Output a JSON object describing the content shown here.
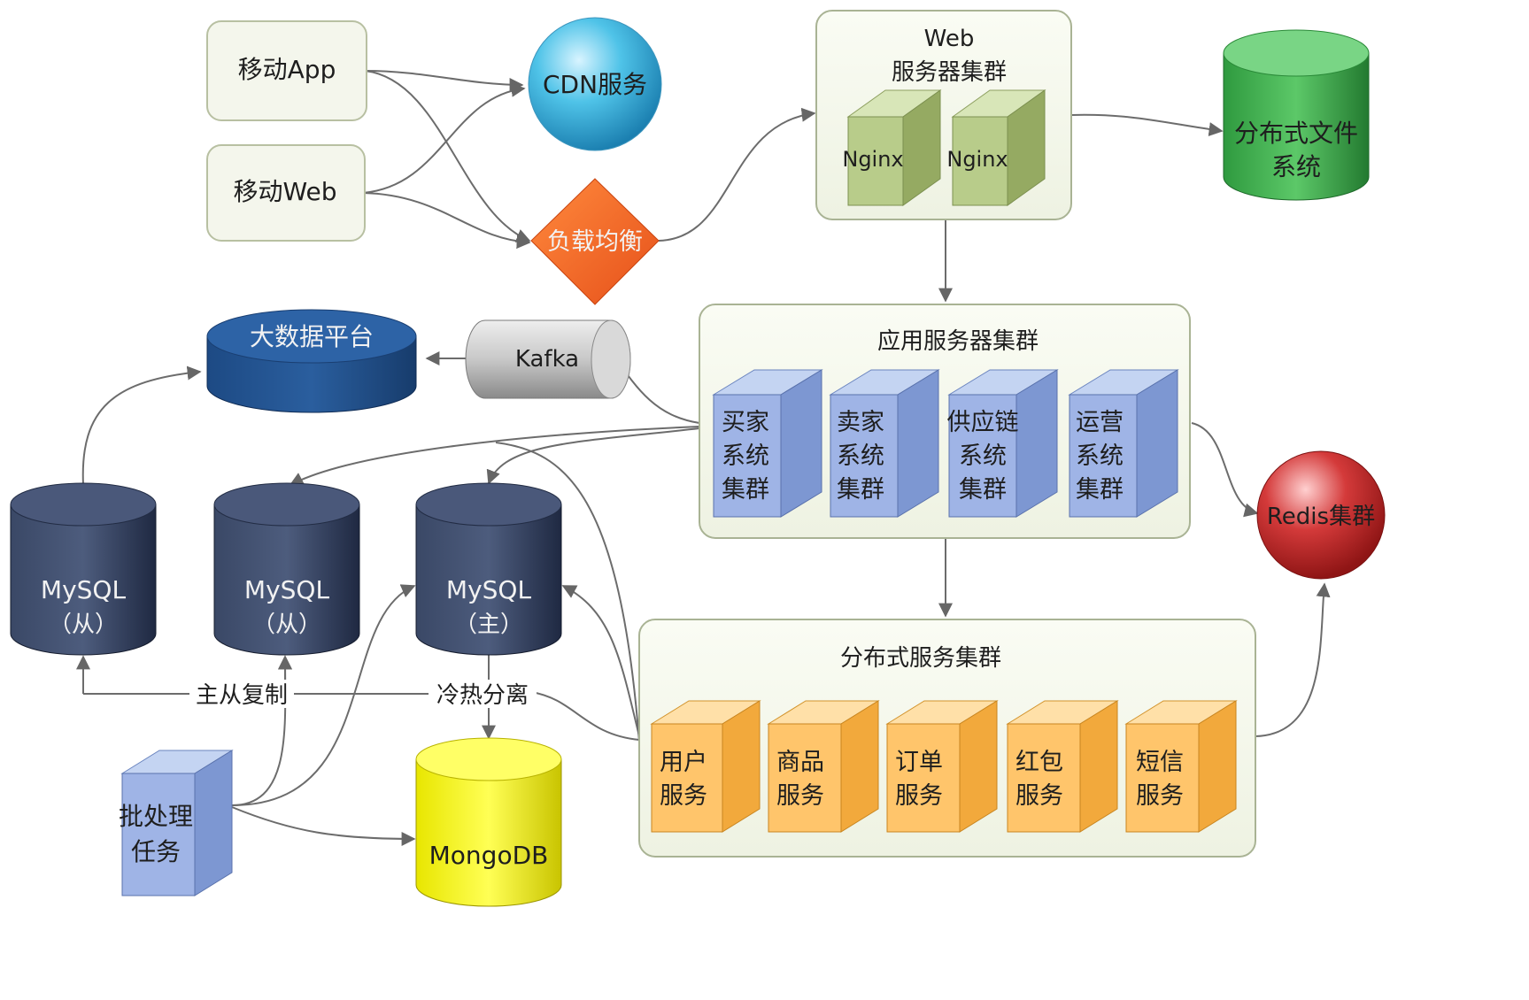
{
  "diagram": {
    "clients": {
      "mobile_app": "移动App",
      "mobile_web": "移动Web"
    },
    "cdn": "CDN服务",
    "load_balancer": "负载均衡",
    "web_cluster": {
      "title_line1": "Web",
      "title_line2": "服务器集群",
      "nodes": [
        "Nginx",
        "Nginx"
      ]
    },
    "distributed_file_system": {
      "line1": "分布式文件",
      "line2": "系统"
    },
    "app_cluster": {
      "title": "应用服务器集群",
      "nodes": [
        [
          "买家",
          "系统",
          "集群"
        ],
        [
          "卖家",
          "系统",
          "集群"
        ],
        [
          "供应链",
          "系统",
          "集群"
        ],
        [
          "运营",
          "系统",
          "集群"
        ]
      ]
    },
    "kafka": "Kafka",
    "big_data_platform": "大数据平台",
    "redis_cluster": "Redis集群",
    "databases": {
      "mysql_slave_1": {
        "name": "MySQL",
        "role": "（从）"
      },
      "mysql_slave_2": {
        "name": "MySQL",
        "role": "（从）"
      },
      "mysql_master": {
        "name": "MySQL",
        "role": "（主）"
      },
      "mongodb": "MongoDB"
    },
    "edge_labels": {
      "replication": "主从复制",
      "hot_cold_separation": "冷热分离"
    },
    "batch_task": {
      "line1": "批处理",
      "line2": "任务"
    },
    "service_cluster": {
      "title": "分布式服务集群",
      "nodes": [
        [
          "用户",
          "服务"
        ],
        [
          "商品",
          "服务"
        ],
        [
          "订单",
          "服务"
        ],
        [
          "红包",
          "服务"
        ],
        [
          "短信",
          "服务"
        ]
      ]
    }
  }
}
